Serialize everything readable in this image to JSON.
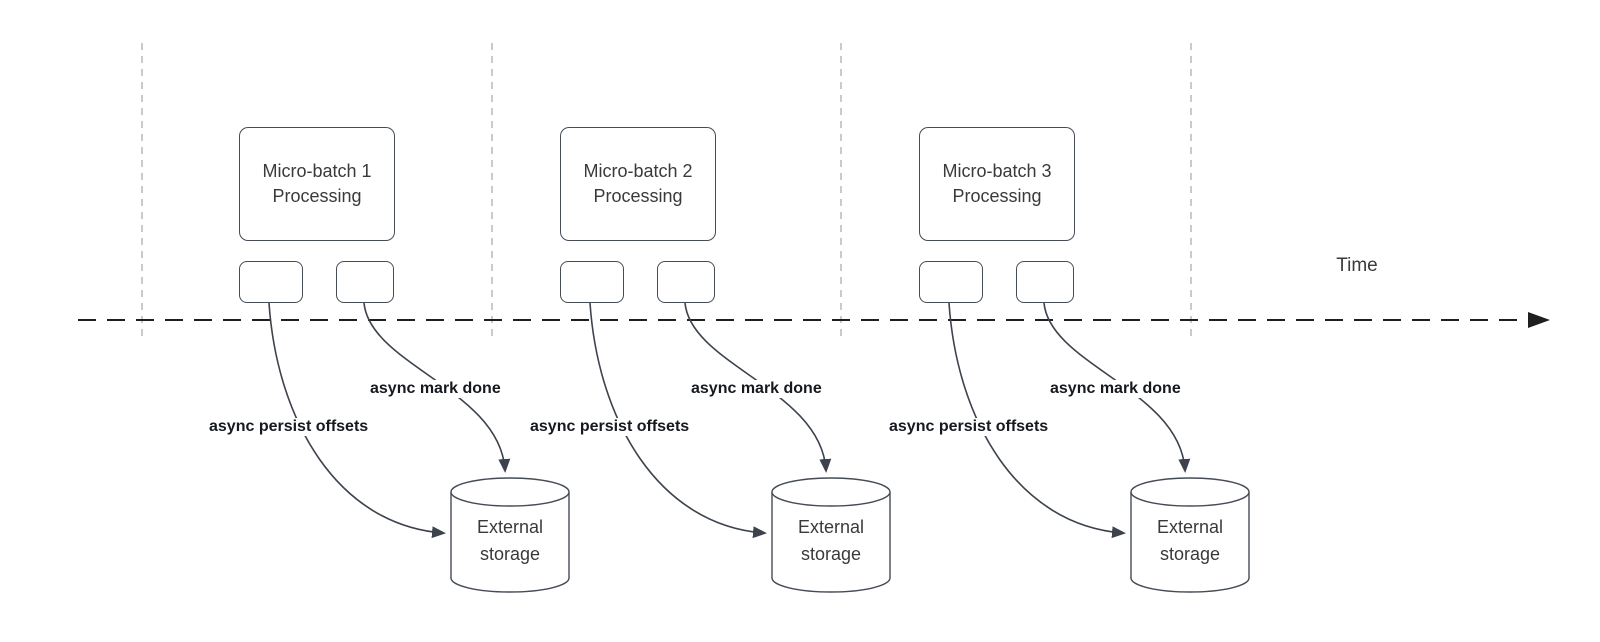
{
  "time_axis": {
    "label": "Time"
  },
  "groups": [
    {
      "box_line1": "Micro-batch 1",
      "box_line2": "Processing",
      "persist_label": "async persist offsets",
      "mark_done_label": "async mark done",
      "storage_line1": "External",
      "storage_line2": "storage"
    },
    {
      "box_line1": "Micro-batch 2",
      "box_line2": "Processing",
      "persist_label": "async persist offsets",
      "mark_done_label": "async mark done",
      "storage_line1": "External",
      "storage_line2": "storage"
    },
    {
      "box_line1": "Micro-batch 3",
      "box_line2": "Processing",
      "persist_label": "async persist offsets",
      "mark_done_label": "async mark done",
      "storage_line1": "External",
      "storage_line2": "storage"
    }
  ],
  "colors": {
    "shape_stroke": "#454c56",
    "arrow_stroke": "#3d434d",
    "guide_stroke": "#b3b3b3",
    "axis_stroke": "#1f1f1f",
    "text": "#3a3a3a",
    "bold_label": "#16191f"
  }
}
